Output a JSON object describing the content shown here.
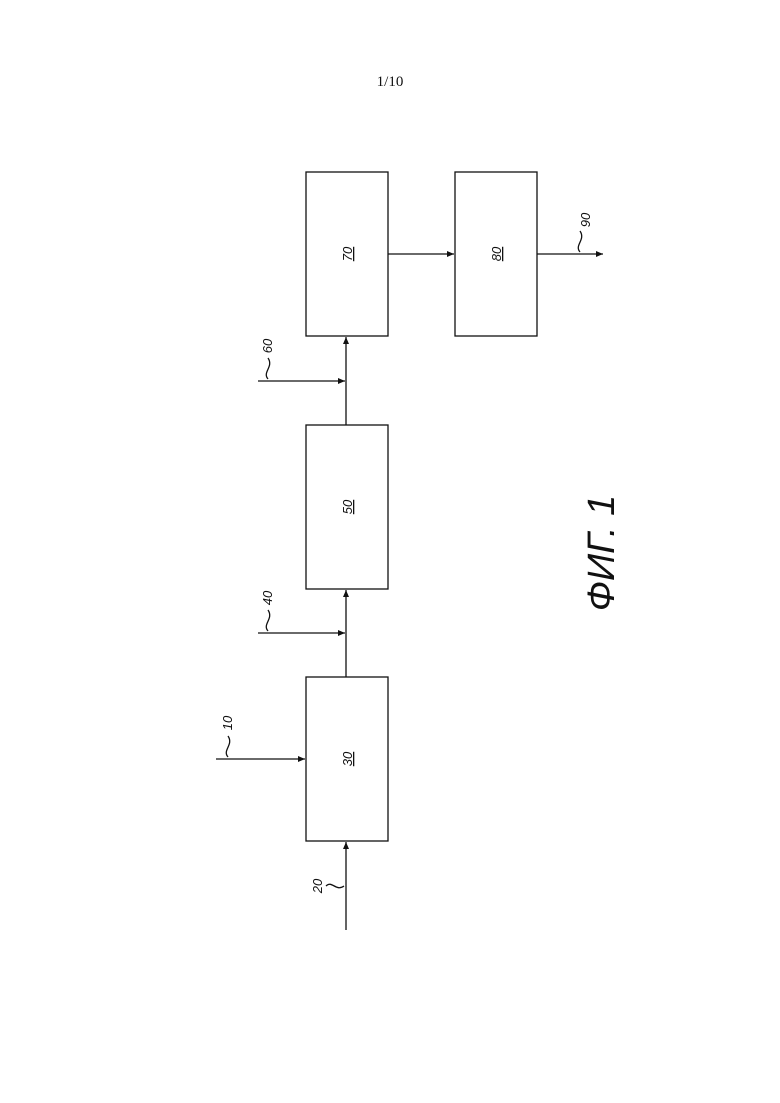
{
  "page": {
    "number": "1/10"
  },
  "figure": {
    "caption": "ФИГ. 1"
  },
  "blocks": {
    "b30": "30",
    "b50": "50",
    "b70": "70",
    "b80": "80"
  },
  "streams": {
    "s10": "10",
    "s20": "20",
    "s40": "40",
    "s60": "60",
    "s90": "90"
  }
}
